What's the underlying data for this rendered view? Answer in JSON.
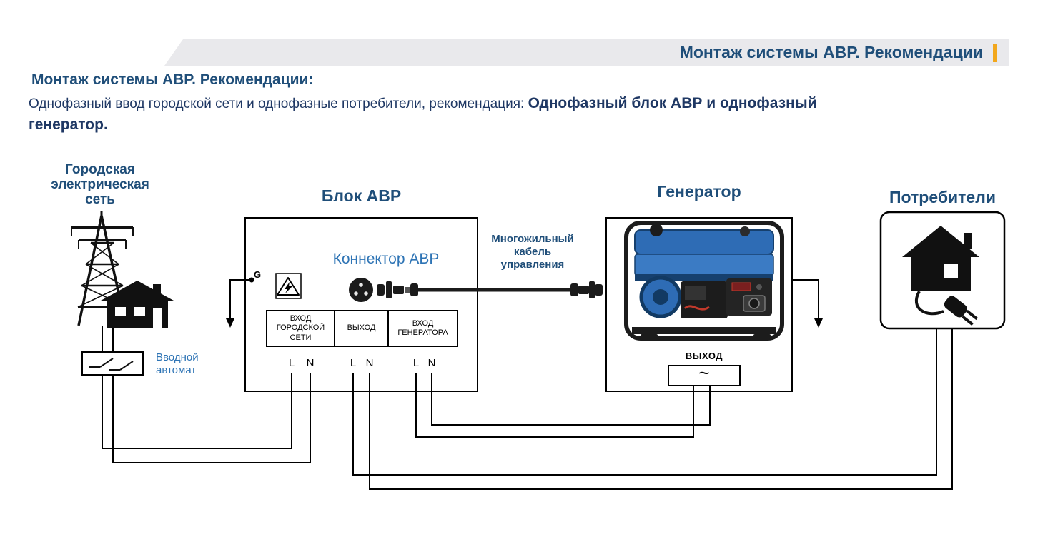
{
  "header": {
    "banner_title": "Монтаж системы АВР. Рекомендации"
  },
  "intro": {
    "title": "Монтаж системы АВР. Рекомендации:",
    "body_regular": "Однофазный ввод городской сети и однофазные потребители, рекомендация: ",
    "body_bold": "Однофазный блок АВР и однофазный генератор."
  },
  "diagram": {
    "city_grid_label": "Городская электрическая сеть",
    "input_breaker_label": "Вводной автомат",
    "avr_block": {
      "title": "Блок АВР",
      "connector_label": "Коннектор АВР",
      "ground_label": "G",
      "cell_city_input": "ВХОД ГОРОДСКОЙ СЕТИ",
      "cell_output": "ВЫХОД",
      "cell_generator_input": "ВХОД ГЕНЕРАТОРА",
      "terminals": {
        "l": "L",
        "n": "N"
      }
    },
    "control_cable_label": "Многожильный кабель управления",
    "generator": {
      "title": "Генератор",
      "output_label": "ВЫХОД",
      "output_symbol": "~"
    },
    "consumers_label": "Потребители"
  },
  "colors": {
    "heading_blue": "#1f4e79",
    "note_blue": "#2e74b5",
    "accent_orange": "#f2a71c",
    "banner_gray": "#e9e9ec",
    "wire_black": "#000000",
    "generator_blue": "#2e6cb5"
  }
}
